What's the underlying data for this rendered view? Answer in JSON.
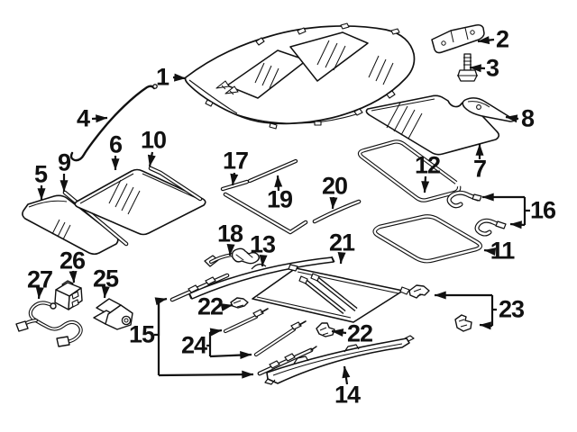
{
  "diagram": {
    "colors": {
      "background": "#ffffff",
      "line": "#111111",
      "label": "#111111"
    },
    "callouts": [
      {
        "text": "1"
      },
      {
        "text": "2"
      },
      {
        "text": "3"
      },
      {
        "text": "4"
      },
      {
        "text": "5"
      },
      {
        "text": "6"
      },
      {
        "text": "7"
      },
      {
        "text": "8"
      },
      {
        "text": "9"
      },
      {
        "text": "10"
      },
      {
        "text": "11"
      },
      {
        "text": "12"
      },
      {
        "text": "13"
      },
      {
        "text": "14"
      },
      {
        "text": "15"
      },
      {
        "text": "16"
      },
      {
        "text": "17"
      },
      {
        "text": "18"
      },
      {
        "text": "19"
      },
      {
        "text": "20"
      },
      {
        "text": "21"
      },
      {
        "text": "22"
      },
      {
        "text": "22"
      },
      {
        "text": "23"
      },
      {
        "text": "24"
      },
      {
        "text": "25"
      },
      {
        "text": "26"
      },
      {
        "text": "27"
      }
    ]
  }
}
